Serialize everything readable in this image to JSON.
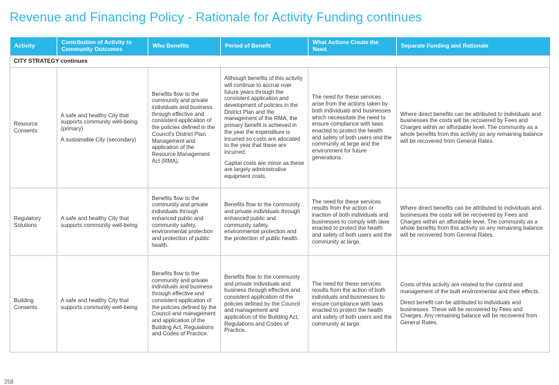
{
  "page": {
    "title": "Revenue and Financing Policy - Rationale for Activity Funding continues",
    "page_number": "258"
  },
  "table": {
    "headers": [
      "Activity",
      "Contribution of Activity to Community Outcomes",
      "Who Benefits",
      "Period of Benefit",
      "What Actions Create the Need",
      "Separate Funding and Rationale"
    ],
    "section": "CITY STRATEGY continues",
    "rows": [
      {
        "activity": "Resource Consents",
        "contribution": [
          "A safe and healthy City that supports community well-being (primary)",
          "A sustainable City (secondary)"
        ],
        "who_benefits": "Benefits flow to the community and private individuals and business through effective and consistent application of the policies defined in the Council's District Plan. Management and application of the Resource Management Act (RMA).",
        "period": [
          "Although benefits of this activity will continue to accrue over future years through the consistent application and development of policies in the District Plan and the management of the RMA, the primary benefit is achieved in the year the expenditure is incurred so costs are allocated to the year that these are incurred.",
          "Capital costs are minor as these are largely administrative equipment costs."
        ],
        "actions": "The need for these services arise from the actions taken by both individuals and businesses which necessitate the need to ensure compliance with laws enacted to protect the health and safety of both users and the community at large and the environment for future generations.",
        "funding": [
          "Where direct benefits can be attributed to individuals and businesses the costs will be recovered by Fees and Charges within an affordable level. The community as a whole benefits from this activity so any remaining balance will be recovered from General Rates."
        ]
      },
      {
        "activity": "Regulatory Solutions",
        "contribution": [
          "A safe and healthy City that supports community well-being"
        ],
        "who_benefits": "Benefits flow to the community and private individuals through enhanced public and community safety, environmental protection and protection of public health.",
        "period": [
          "Benefits flow to the community and private individuals through enhanced public and community safety, environmental protection and the protection of public health."
        ],
        "actions": "The need for these services results from the action or inaction of both individuals and businesses to comply with laws enacted to protect the health and safety of both users and the community at large.",
        "funding": [
          "Where direct benefits can be attributed to individuals and businesses the costs will be recovered by Fees and Charges within an affordable level. The community as a whole benefits from this activity so any remaining balance will be recovered from General Rates."
        ]
      },
      {
        "activity": "Building Consents",
        "contribution": [
          "A safe and healthy City that supports community well-being"
        ],
        "who_benefits": "Benefits flow to the community and private individuals and business through effective and consistent application of the policies defined by the Council and management and application of the Building Act, Regulations and Codes of Practice.",
        "period": [
          "Benefits flow to the community and private individuals and business through effective and consistent application of the policies defined by the Council and management and application of the Building Act, Regulations and Codes of Practice."
        ],
        "actions": "The need for these services results from the action of both individuals and businesses to ensure compliance with laws enacted to protect the health and safety of both users and the community at large.",
        "funding": [
          "Costs of this activity are related to the control and management of the built environmental and their effects.",
          "Direct benefit can be attributed to individuals and businesses. These will be recovered by Fees and Charges. Any remaining balance will be recovered from General Rates."
        ]
      }
    ]
  },
  "colors": {
    "accent": "#29b6e8",
    "text": "#333333",
    "grid": "#c8c8c8"
  }
}
